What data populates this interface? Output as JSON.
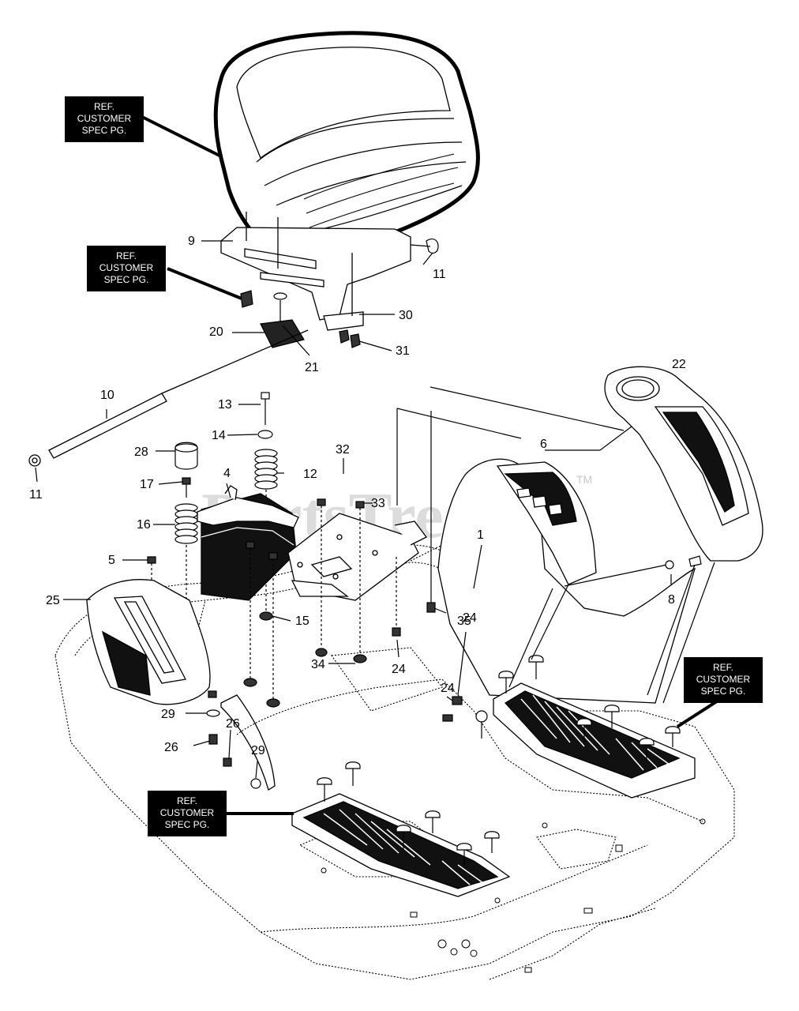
{
  "watermark": {
    "text": "PartsTree",
    "tm": "TM"
  },
  "ref_callouts": [
    {
      "line1": "REF.",
      "line2": "CUSTOMER",
      "line3": "SPEC PG."
    },
    {
      "line1": "REF.",
      "line2": "CUSTOMER",
      "line3": "SPEC PG."
    },
    {
      "line1": "REF.",
      "line2": "CUSTOMER",
      "line3": "SPEC PG."
    },
    {
      "line1": "REF.",
      "line2": "CUSTOMER",
      "line3": "SPEC PG."
    }
  ],
  "part_labels": {
    "p1": "1",
    "p4": "4",
    "p5": "5",
    "p6": "6",
    "p8": "8",
    "p9": "9",
    "p10": "10",
    "p11a": "11",
    "p11b": "11",
    "p12": "12",
    "p13": "13",
    "p14": "14",
    "p15": "15",
    "p16": "16",
    "p17": "17",
    "p20": "20",
    "p21": "21",
    "p22": "22",
    "p24a": "24",
    "p24b": "24",
    "p24c": "24",
    "p25": "25",
    "p26a": "26",
    "p26b": "26",
    "p28": "28",
    "p29a": "29",
    "p29b": "29",
    "p30": "30",
    "p31": "31",
    "p32": "32",
    "p33": "33",
    "p34": "34",
    "p35": "35"
  }
}
